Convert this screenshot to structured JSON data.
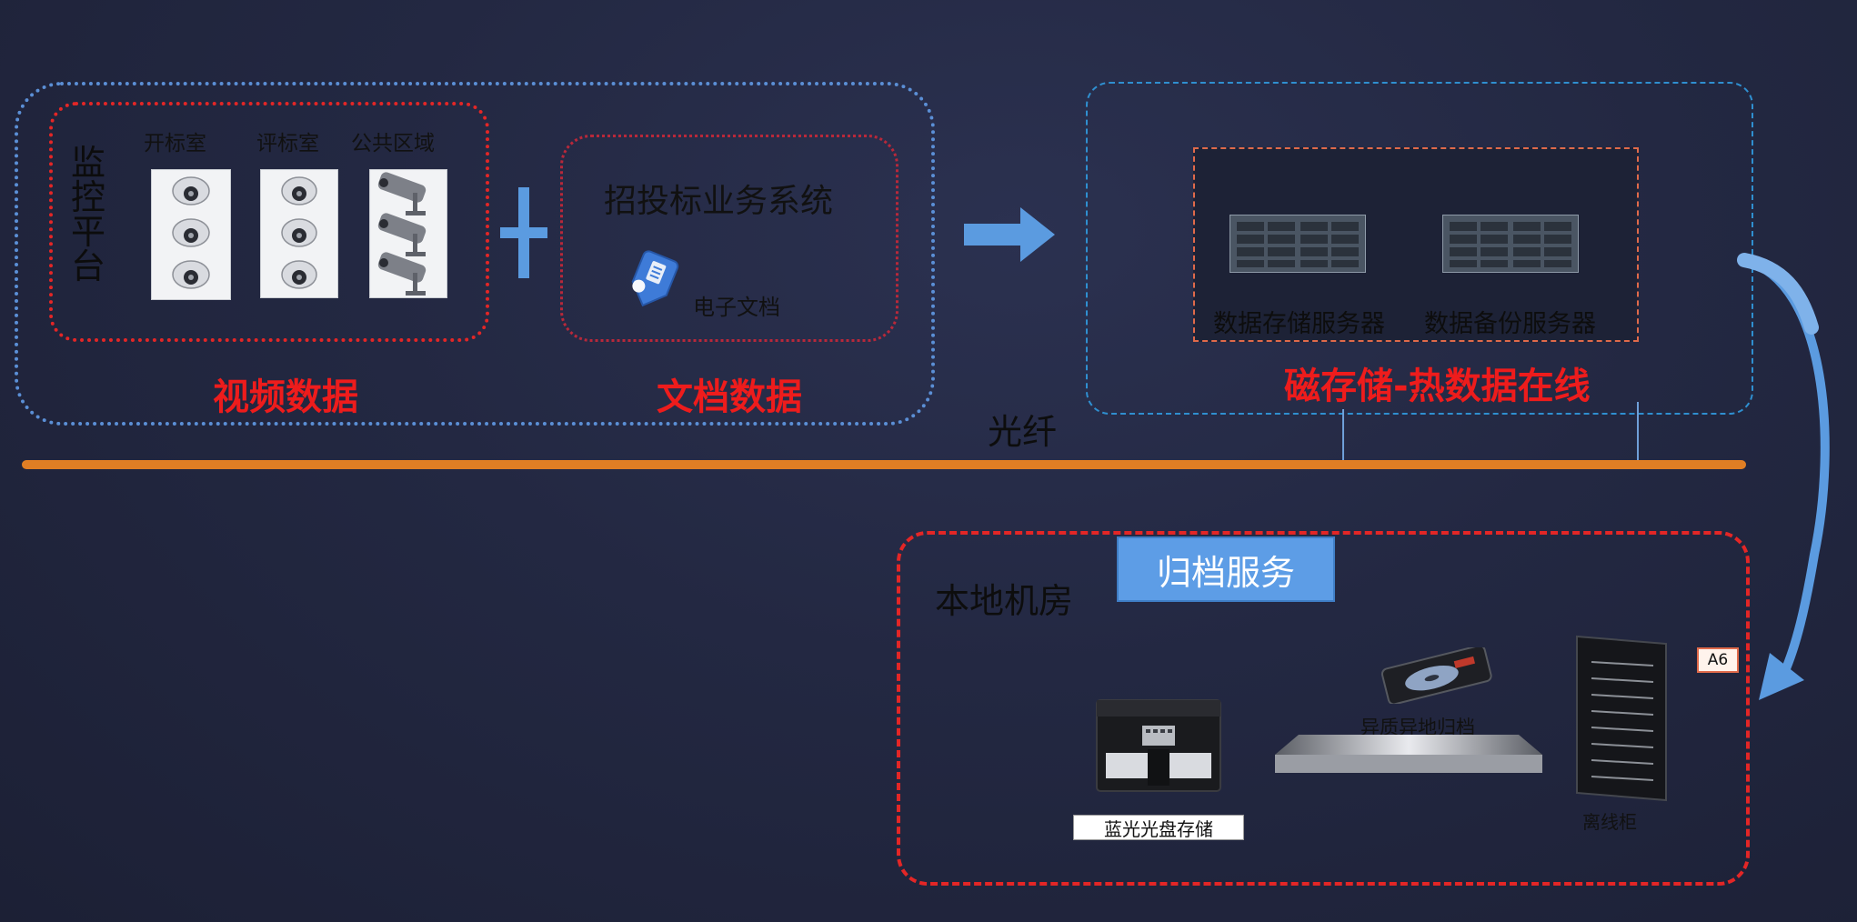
{
  "video_group": {
    "platform_label": "监控平台",
    "rooms": [
      "开标室",
      "评标室",
      "公共区域"
    ],
    "caption": "视频数据"
  },
  "document_group": {
    "title": "招投标业务系统",
    "item_label": "电子文档",
    "caption": "文档数据"
  },
  "hot_storage": {
    "servers": [
      "数据存储服务器",
      "数据备份服务器"
    ],
    "caption": "磁存储-热数据在线"
  },
  "link_label": "光纤",
  "local_room": {
    "title": "本地机房",
    "service_button": "归档服务",
    "optical_storage_label": "蓝光光盘存储",
    "offsite_label": "异质异地归档",
    "cabinet_label": "离线柜",
    "tag": "A6"
  },
  "colors": {
    "background": "#232842",
    "red": "#ee1c1c",
    "blue_accent": "#5b9be0",
    "fiber": "#e07e24"
  }
}
